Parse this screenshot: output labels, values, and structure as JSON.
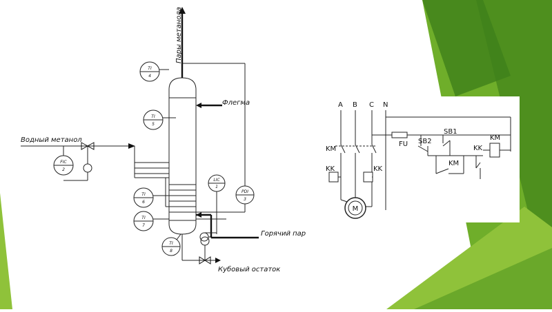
{
  "process": {
    "vapor_out": "Пары метанола",
    "reflux": "Флегма",
    "feed": "Водный метанол",
    "steam": "Горячий пар",
    "bottoms": "Кубовый остаток"
  },
  "instruments": [
    {
      "id": "ti4",
      "top": "TI",
      "bottom": "4"
    },
    {
      "id": "ti5",
      "top": "TI",
      "bottom": "5"
    },
    {
      "id": "fic2",
      "top": "FIC",
      "bottom": "2"
    },
    {
      "id": "ti6",
      "top": "TI",
      "bottom": "6"
    },
    {
      "id": "ti7",
      "top": "TI",
      "bottom": "7"
    },
    {
      "id": "lic1",
      "top": "LIC",
      "bottom": "1"
    },
    {
      "id": "pdi3",
      "top": "PDI",
      "bottom": "3"
    },
    {
      "id": "ti8",
      "top": "TI",
      "bottom": "8"
    }
  ],
  "circuit": {
    "phase_a": "A",
    "phase_b": "B",
    "phase_c": "C",
    "neutral": "N",
    "contactor_main": "KM",
    "relay_kk_left": "KK",
    "relay_kk_right": "KK",
    "fuse": "FU",
    "stop_button": "SB2",
    "start_button": "SB1",
    "hold_contact": "KM",
    "kk_contact": "KK",
    "coil": "KM",
    "motor": "M"
  },
  "colors": {
    "green_light": "#8fc23a",
    "green_mid": "#62a020",
    "green_dark": "#3f7f1a"
  }
}
